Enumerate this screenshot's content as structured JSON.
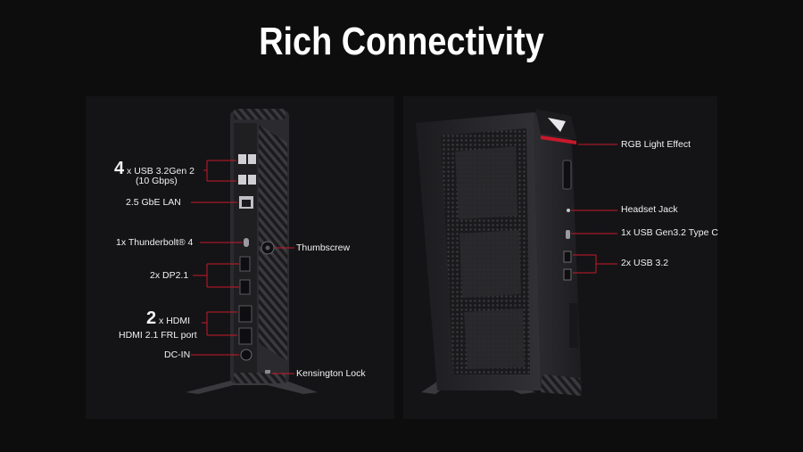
{
  "title": "Rich Connectivity",
  "accent": "#c8182a",
  "left_labels": {
    "usb_count": "4",
    "usb_name": "x USB 3.2Gen 2",
    "usb_speed": "(10 Gbps)",
    "lan": "2.5 GbE LAN",
    "thunderbolt": "1x Thunderbolt® 4",
    "thumbscrew": "Thumbscrew",
    "dp": "2x DP2.1",
    "hdmi_count": "2",
    "hdmi_name": "x HDMI",
    "hdmi_sub": "HDMI 2.1 FRL port",
    "dcin": "DC-IN",
    "kensington": "Kensington Lock"
  },
  "right_labels": {
    "rgb": "RGB Light Effect",
    "headset": "Headset Jack",
    "typec": "1x USB Gen3.2 Type C",
    "usb32": "2x USB 3.2"
  }
}
